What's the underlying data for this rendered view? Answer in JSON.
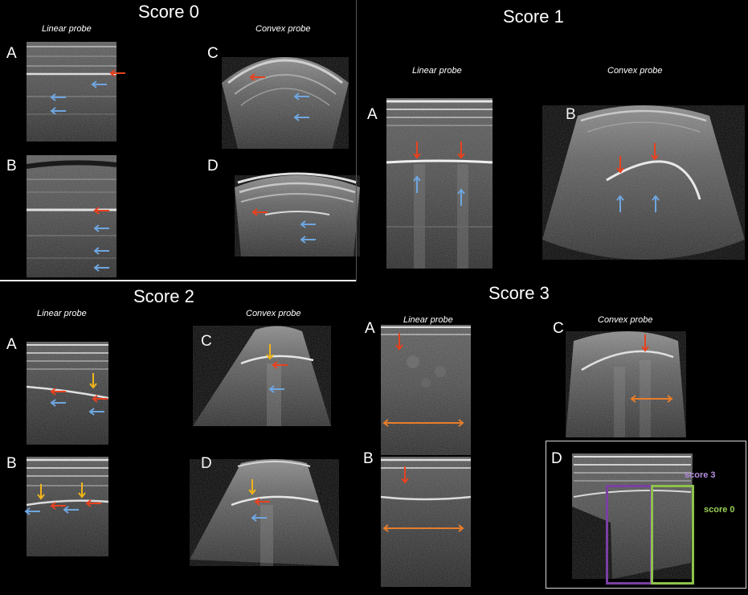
{
  "colors": {
    "red_arrow": "#e8411e",
    "blue_arrow": "#6fa6e0",
    "yellow_arrow": "#f0b418",
    "orange_line": "#e87d2a",
    "purple_box": "#7a3fa3",
    "green_box": "#8ec24a",
    "score3_label": "#b58fe0",
    "score0_label": "#98cf54"
  },
  "panels": {
    "score0": {
      "title": "Score 0",
      "linear": "Linear probe",
      "convex": "Convex probe",
      "letters": [
        "A",
        "B",
        "C",
        "D"
      ]
    },
    "score1": {
      "title": "Score 1",
      "linear": "Linear probe",
      "convex": "Convex probe",
      "letters": [
        "A",
        "B"
      ]
    },
    "score2": {
      "title": "Score 2",
      "linear": "Linear probe",
      "convex": "Convex probe",
      "letters": [
        "A",
        "B",
        "C",
        "D"
      ]
    },
    "score3": {
      "title": "Score 3",
      "linear": "Linear probe",
      "convex": "Convex probe",
      "letters": [
        "A",
        "B",
        "C",
        "D"
      ],
      "box_labels": {
        "purple": "score 3",
        "green": "score 0"
      }
    }
  }
}
